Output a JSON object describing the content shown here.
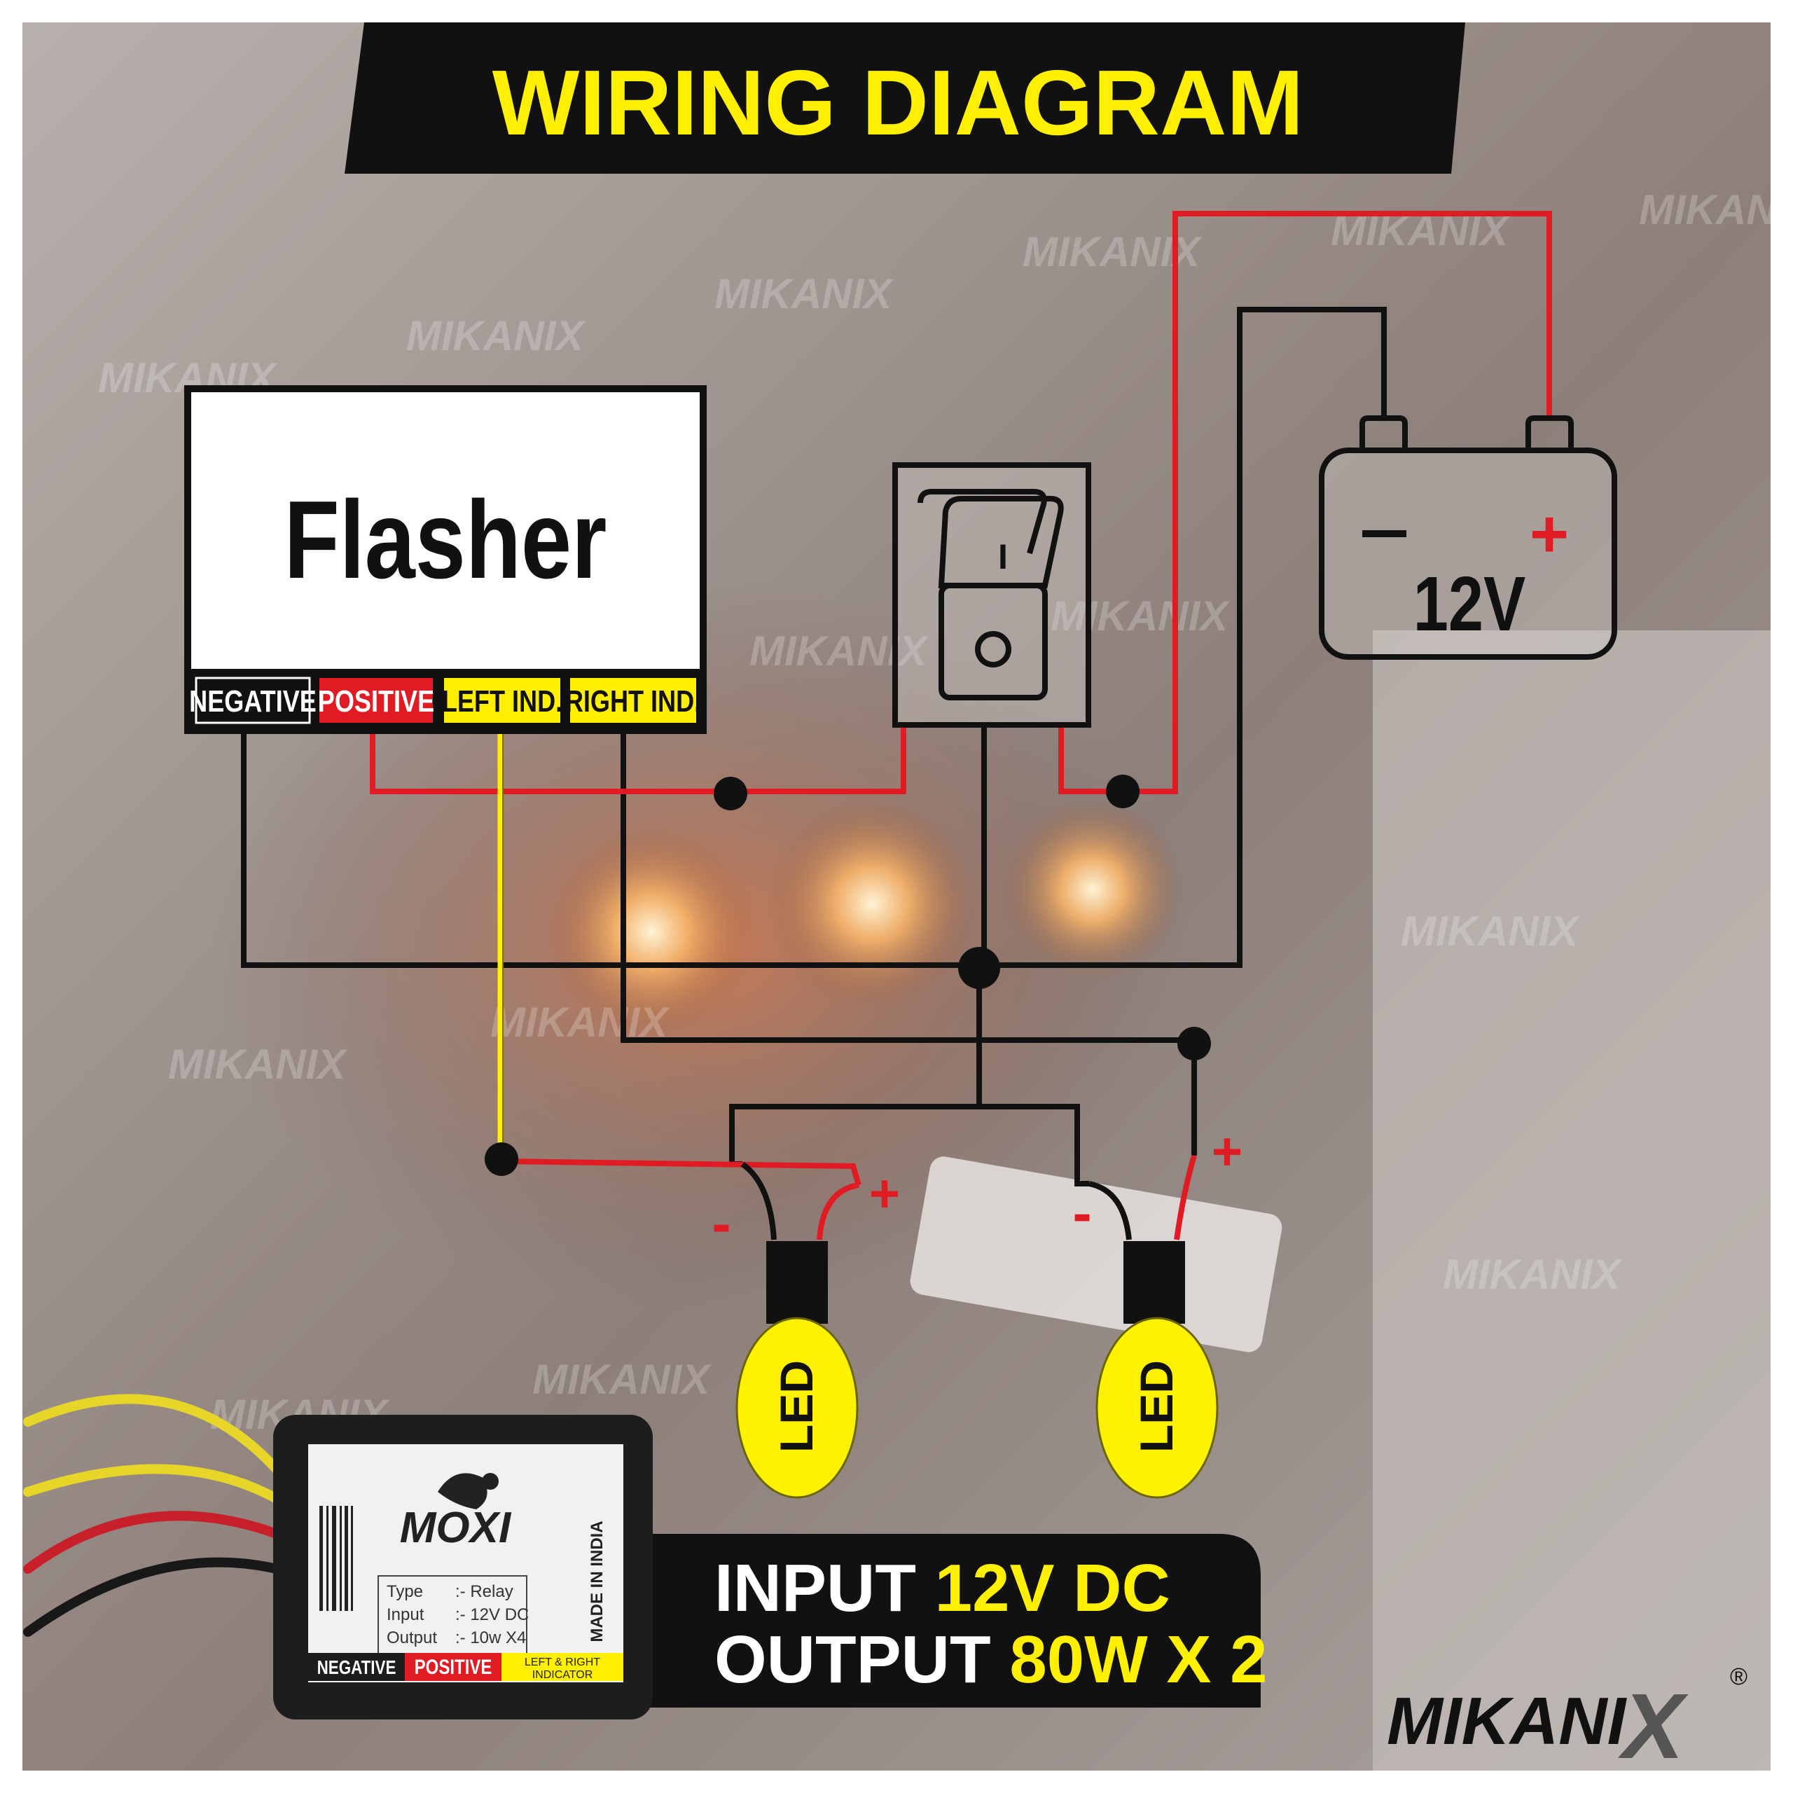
{
  "title": "WIRING DIAGRAM",
  "flasher": {
    "label": "Flasher",
    "terminals": [
      "NEGATIVE",
      "POSITIVE",
      "LEFT IND.",
      "RIGHT IND."
    ]
  },
  "battery": {
    "voltage": "12V",
    "minus": "−",
    "plus": "+"
  },
  "switch": {
    "on_mark": "I"
  },
  "led_left": {
    "label": "LED",
    "minus": "-",
    "plus": "+"
  },
  "led_right": {
    "label": "LED",
    "minus": "-",
    "plus": "+"
  },
  "product": {
    "brand": "MOXI",
    "made_in": "MADE IN INDIA",
    "spec_rows": [
      {
        "key": "Type",
        "value": ":- Relay"
      },
      {
        "key": "Input",
        "value": ":- 12V DC"
      },
      {
        "key": "Output",
        "value": ":- 10w X4"
      }
    ],
    "strip": [
      "NEGATIVE",
      "POSITIVE"
    ],
    "strip_right_1": "LEFT & RIGHT",
    "strip_right_2": "INDICATOR"
  },
  "specs": {
    "line1_label": "INPUT ",
    "line1_value": "12V DC",
    "line2_label": "OUTPUT ",
    "line2_value": "80W X 2"
  },
  "logo": {
    "text": "MIKANI",
    "mark": "X",
    "reg": "®"
  },
  "watermark": "MIKANIX",
  "colors": {
    "accent_yellow": "#ffef00",
    "wire_red": "#e01b24",
    "wire_black": "#111111",
    "led_yellow": "#fff200"
  }
}
